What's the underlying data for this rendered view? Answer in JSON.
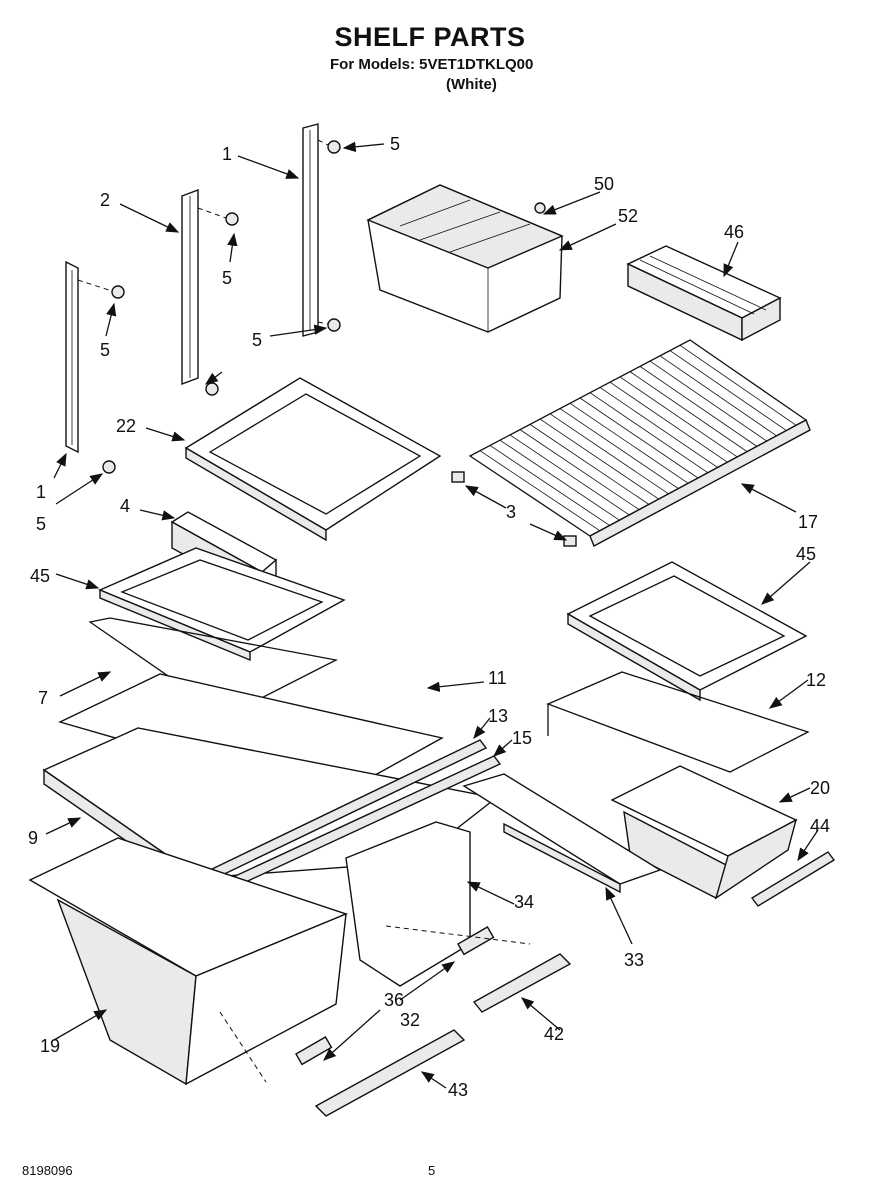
{
  "header": {
    "title": "SHELF PARTS",
    "models_line": "For Models: 5VET1DTKLQ00",
    "color_line": "(White)"
  },
  "footer": {
    "doc_number": "8198096",
    "page_number": "5"
  },
  "callouts": {
    "c1a": "1",
    "c1b": "1",
    "c2": "2",
    "c3": "3",
    "c4": "4",
    "c5a": "5",
    "c5b": "5",
    "c5c": "5",
    "c5d": "5",
    "c5e": "5",
    "c7": "7",
    "c9": "9",
    "c11": "11",
    "c12": "12",
    "c13": "13",
    "c15": "15",
    "c17": "17",
    "c19": "19",
    "c20": "20",
    "c22": "22",
    "c32": "32",
    "c33": "33",
    "c34": "34",
    "c36": "36",
    "c42": "42",
    "c43": "43",
    "c44": "44",
    "c45a": "45",
    "c45b": "45",
    "c46": "46",
    "c50": "50",
    "c52": "52"
  }
}
